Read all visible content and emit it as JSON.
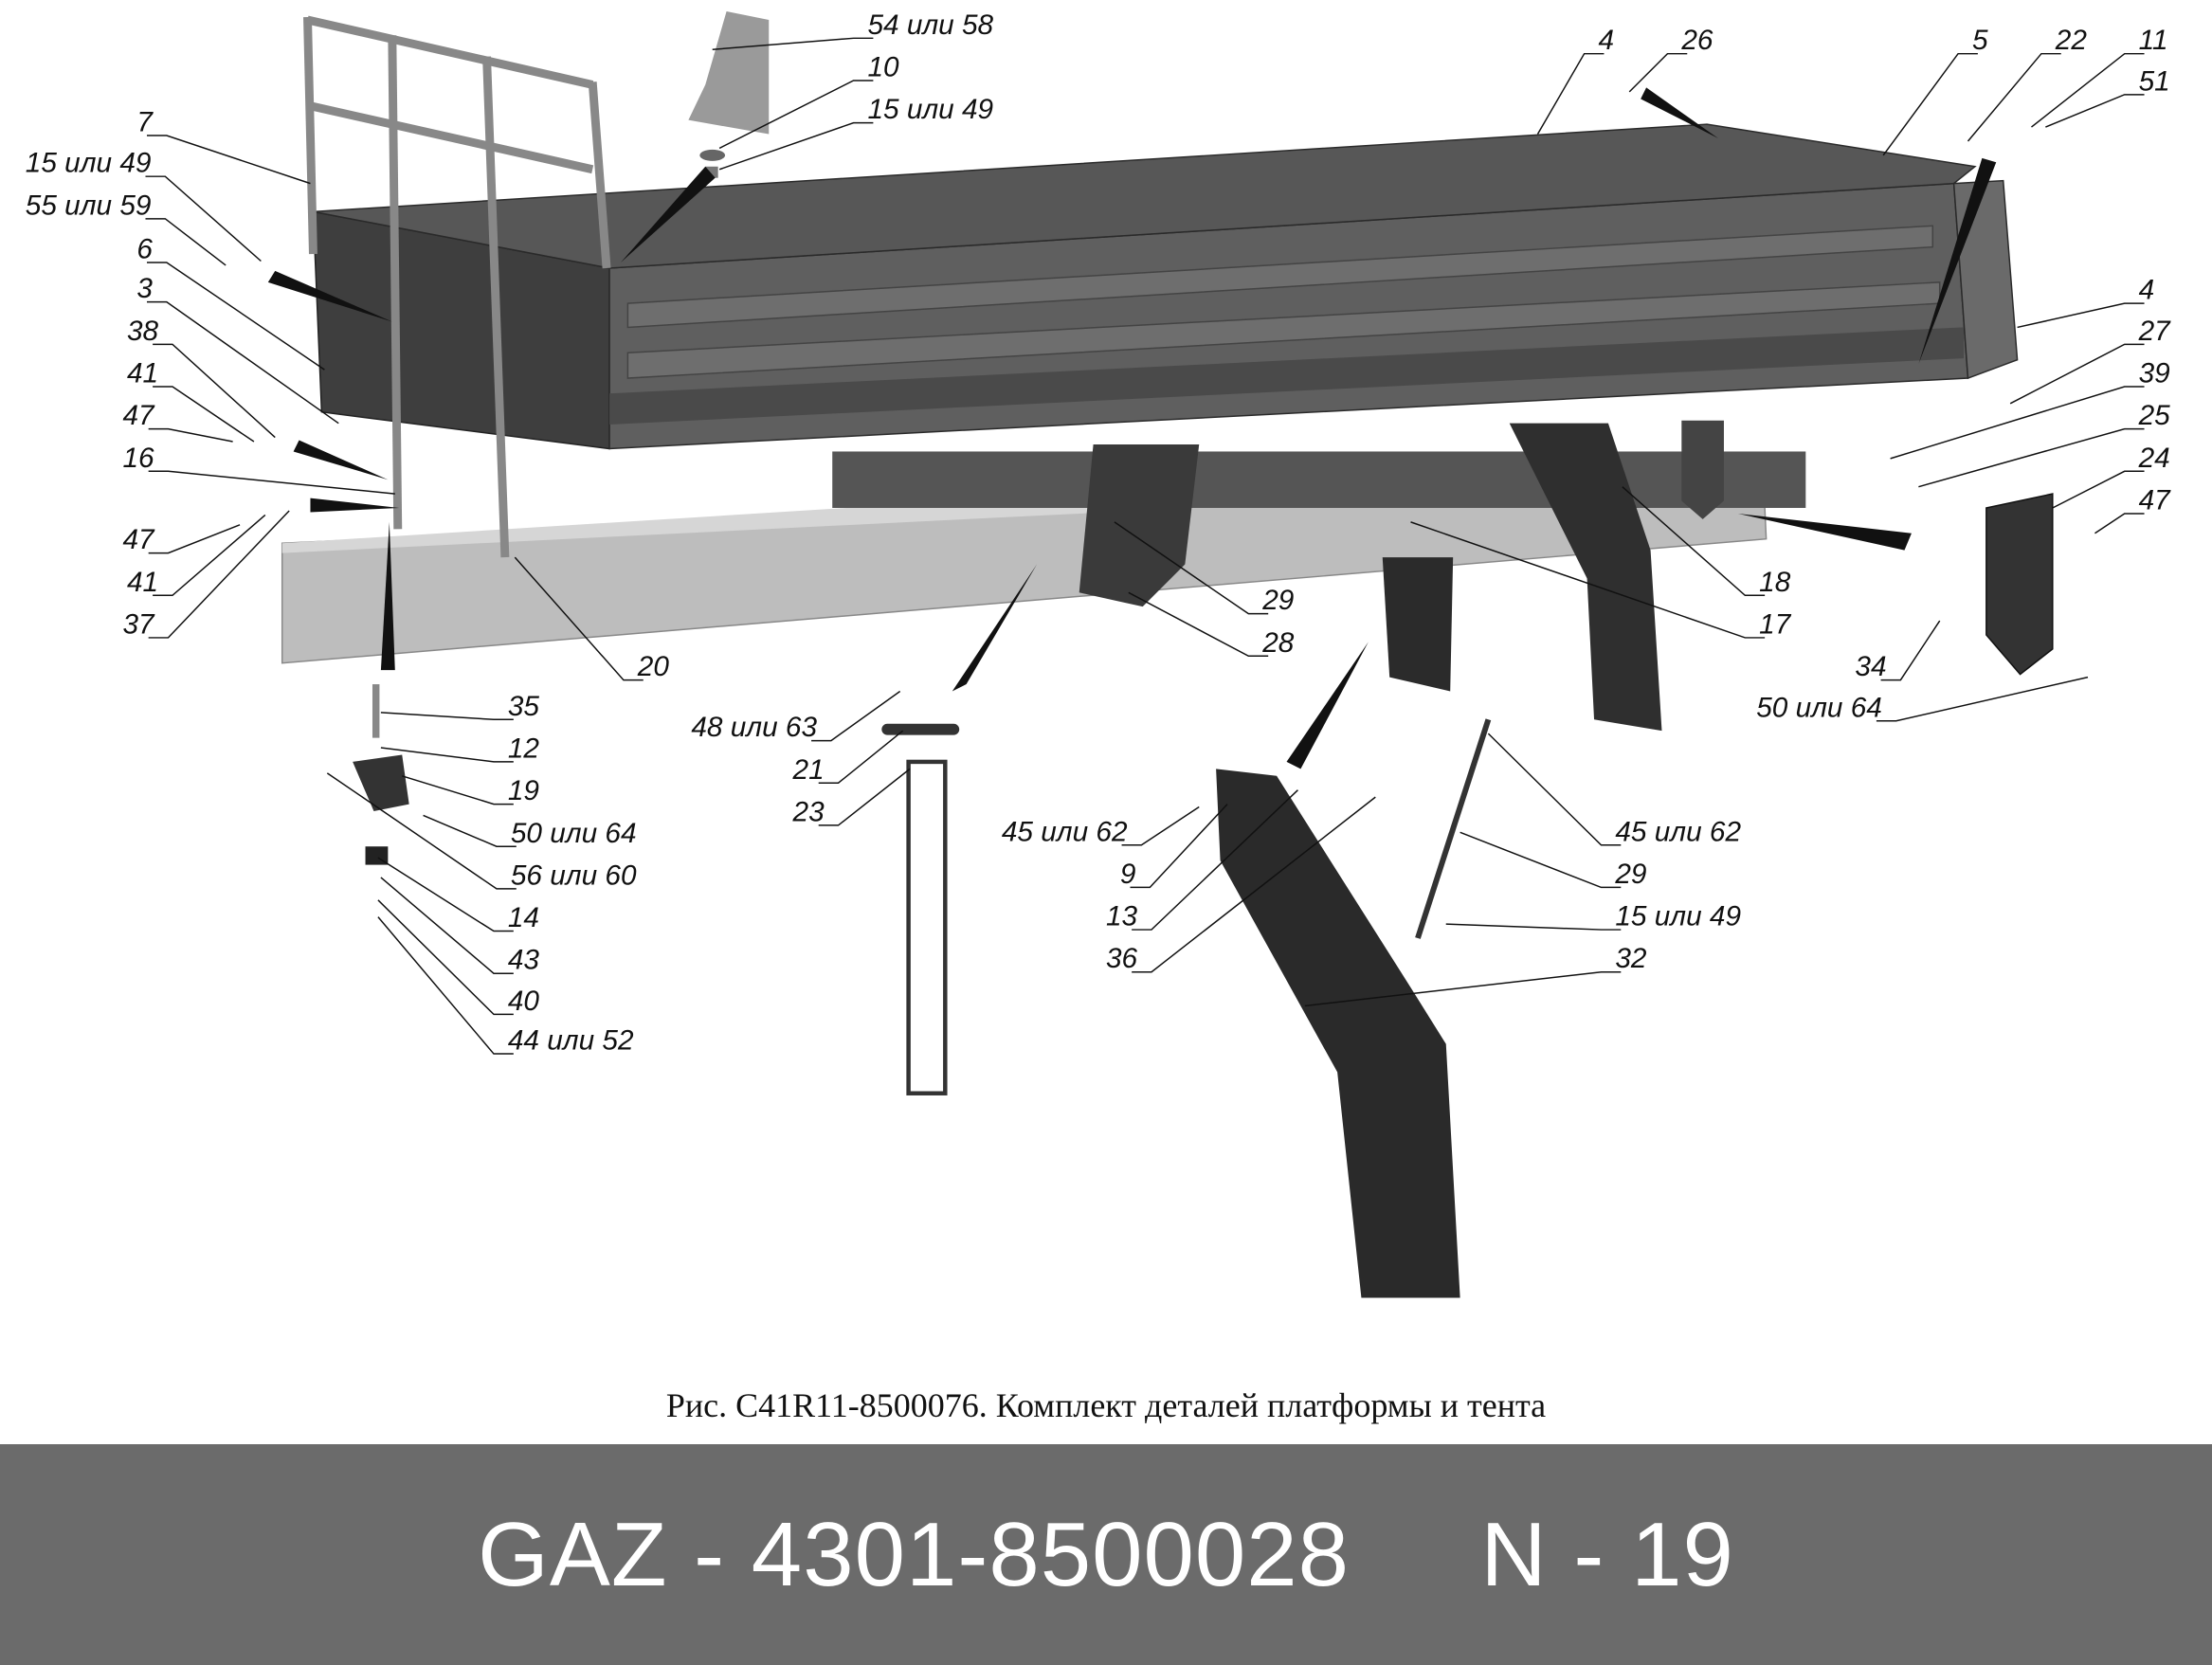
{
  "diagram": {
    "caption": "Рис. C41R11-8500076. Комплект деталей платформы и тента",
    "labels": [
      "7",
      "15 или 49",
      "55 или 59",
      "6",
      "3",
      "38",
      "41",
      "47",
      "16",
      "47",
      "41",
      "37",
      "20",
      "54 или 58",
      "10",
      "15 или 49",
      "4",
      "26",
      "5",
      "22",
      "11",
      "51",
      "4",
      "27",
      "39",
      "25",
      "24",
      "47",
      "18",
      "17",
      "29",
      "28",
      "34",
      "50 или 64",
      "35",
      "12",
      "19",
      "50 или 64",
      "56 или 60",
      "14",
      "43",
      "40",
      "44 или 52",
      "48 или 63",
      "21",
      "23",
      "45 или 62",
      "9",
      "13",
      "36",
      "45 или 62",
      "29",
      "15 или 49",
      "32"
    ]
  },
  "footer": {
    "part_text": "GAZ - 4301-8500028     N - 19"
  }
}
